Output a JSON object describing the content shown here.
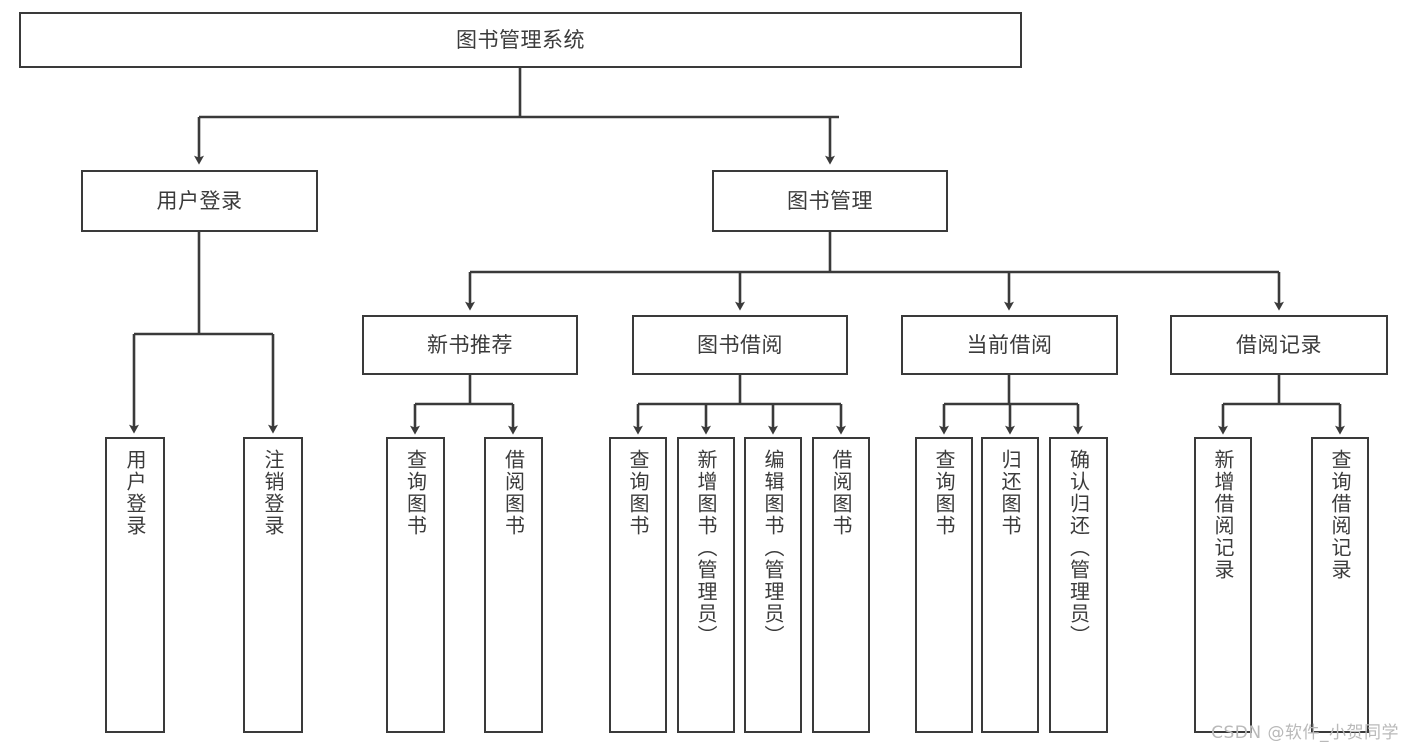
{
  "diagram": {
    "type": "tree-hierarchy-chart",
    "title": "图书管理系统",
    "stroke_color": "#3a3a3a",
    "fill_color": "#ffffff",
    "text_color": "#3b3b3b",
    "nodes": {
      "root": {
        "label": "图书管理系统"
      },
      "level2": [
        {
          "id": "user-login",
          "label": "用户登录"
        },
        {
          "id": "book-manage",
          "label": "图书管理"
        }
      ],
      "level3": [
        {
          "id": "new-book-recommend",
          "label": "新书推荐"
        },
        {
          "id": "book-borrow",
          "label": "图书借阅"
        },
        {
          "id": "current-borrow",
          "label": "当前借阅"
        },
        {
          "id": "borrow-record",
          "label": "借阅记录"
        }
      ],
      "leaves": {
        "user_login": [
          {
            "id": "leaf-user-login",
            "label": "用户登录"
          },
          {
            "id": "leaf-logout-login",
            "label": "注销登录"
          }
        ],
        "new_book_recommend": [
          {
            "id": "leaf-query-book-1",
            "label": "查询图书"
          },
          {
            "id": "leaf-borrow-book-1",
            "label": "借阅图书"
          }
        ],
        "book_borrow": [
          {
            "id": "leaf-query-book-2",
            "label": "查询图书"
          },
          {
            "id": "leaf-add-book",
            "label": "新增图书（管理员）"
          },
          {
            "id": "leaf-edit-book",
            "label": "编辑图书（管理员）"
          },
          {
            "id": "leaf-borrow-book-2",
            "label": "借阅图书"
          }
        ],
        "current_borrow": [
          {
            "id": "leaf-query-book-3",
            "label": "查询图书"
          },
          {
            "id": "leaf-return-book",
            "label": "归还图书"
          },
          {
            "id": "leaf-confirm-return",
            "label": "确认归还（管理员）"
          }
        ],
        "borrow_record": [
          {
            "id": "leaf-add-borrow-record",
            "label": "新增借阅记录"
          },
          {
            "id": "leaf-query-borrow-record",
            "label": "查询借阅记录"
          }
        ]
      }
    }
  },
  "watermark": {
    "text": "CSDN @软件_小贺同学"
  }
}
